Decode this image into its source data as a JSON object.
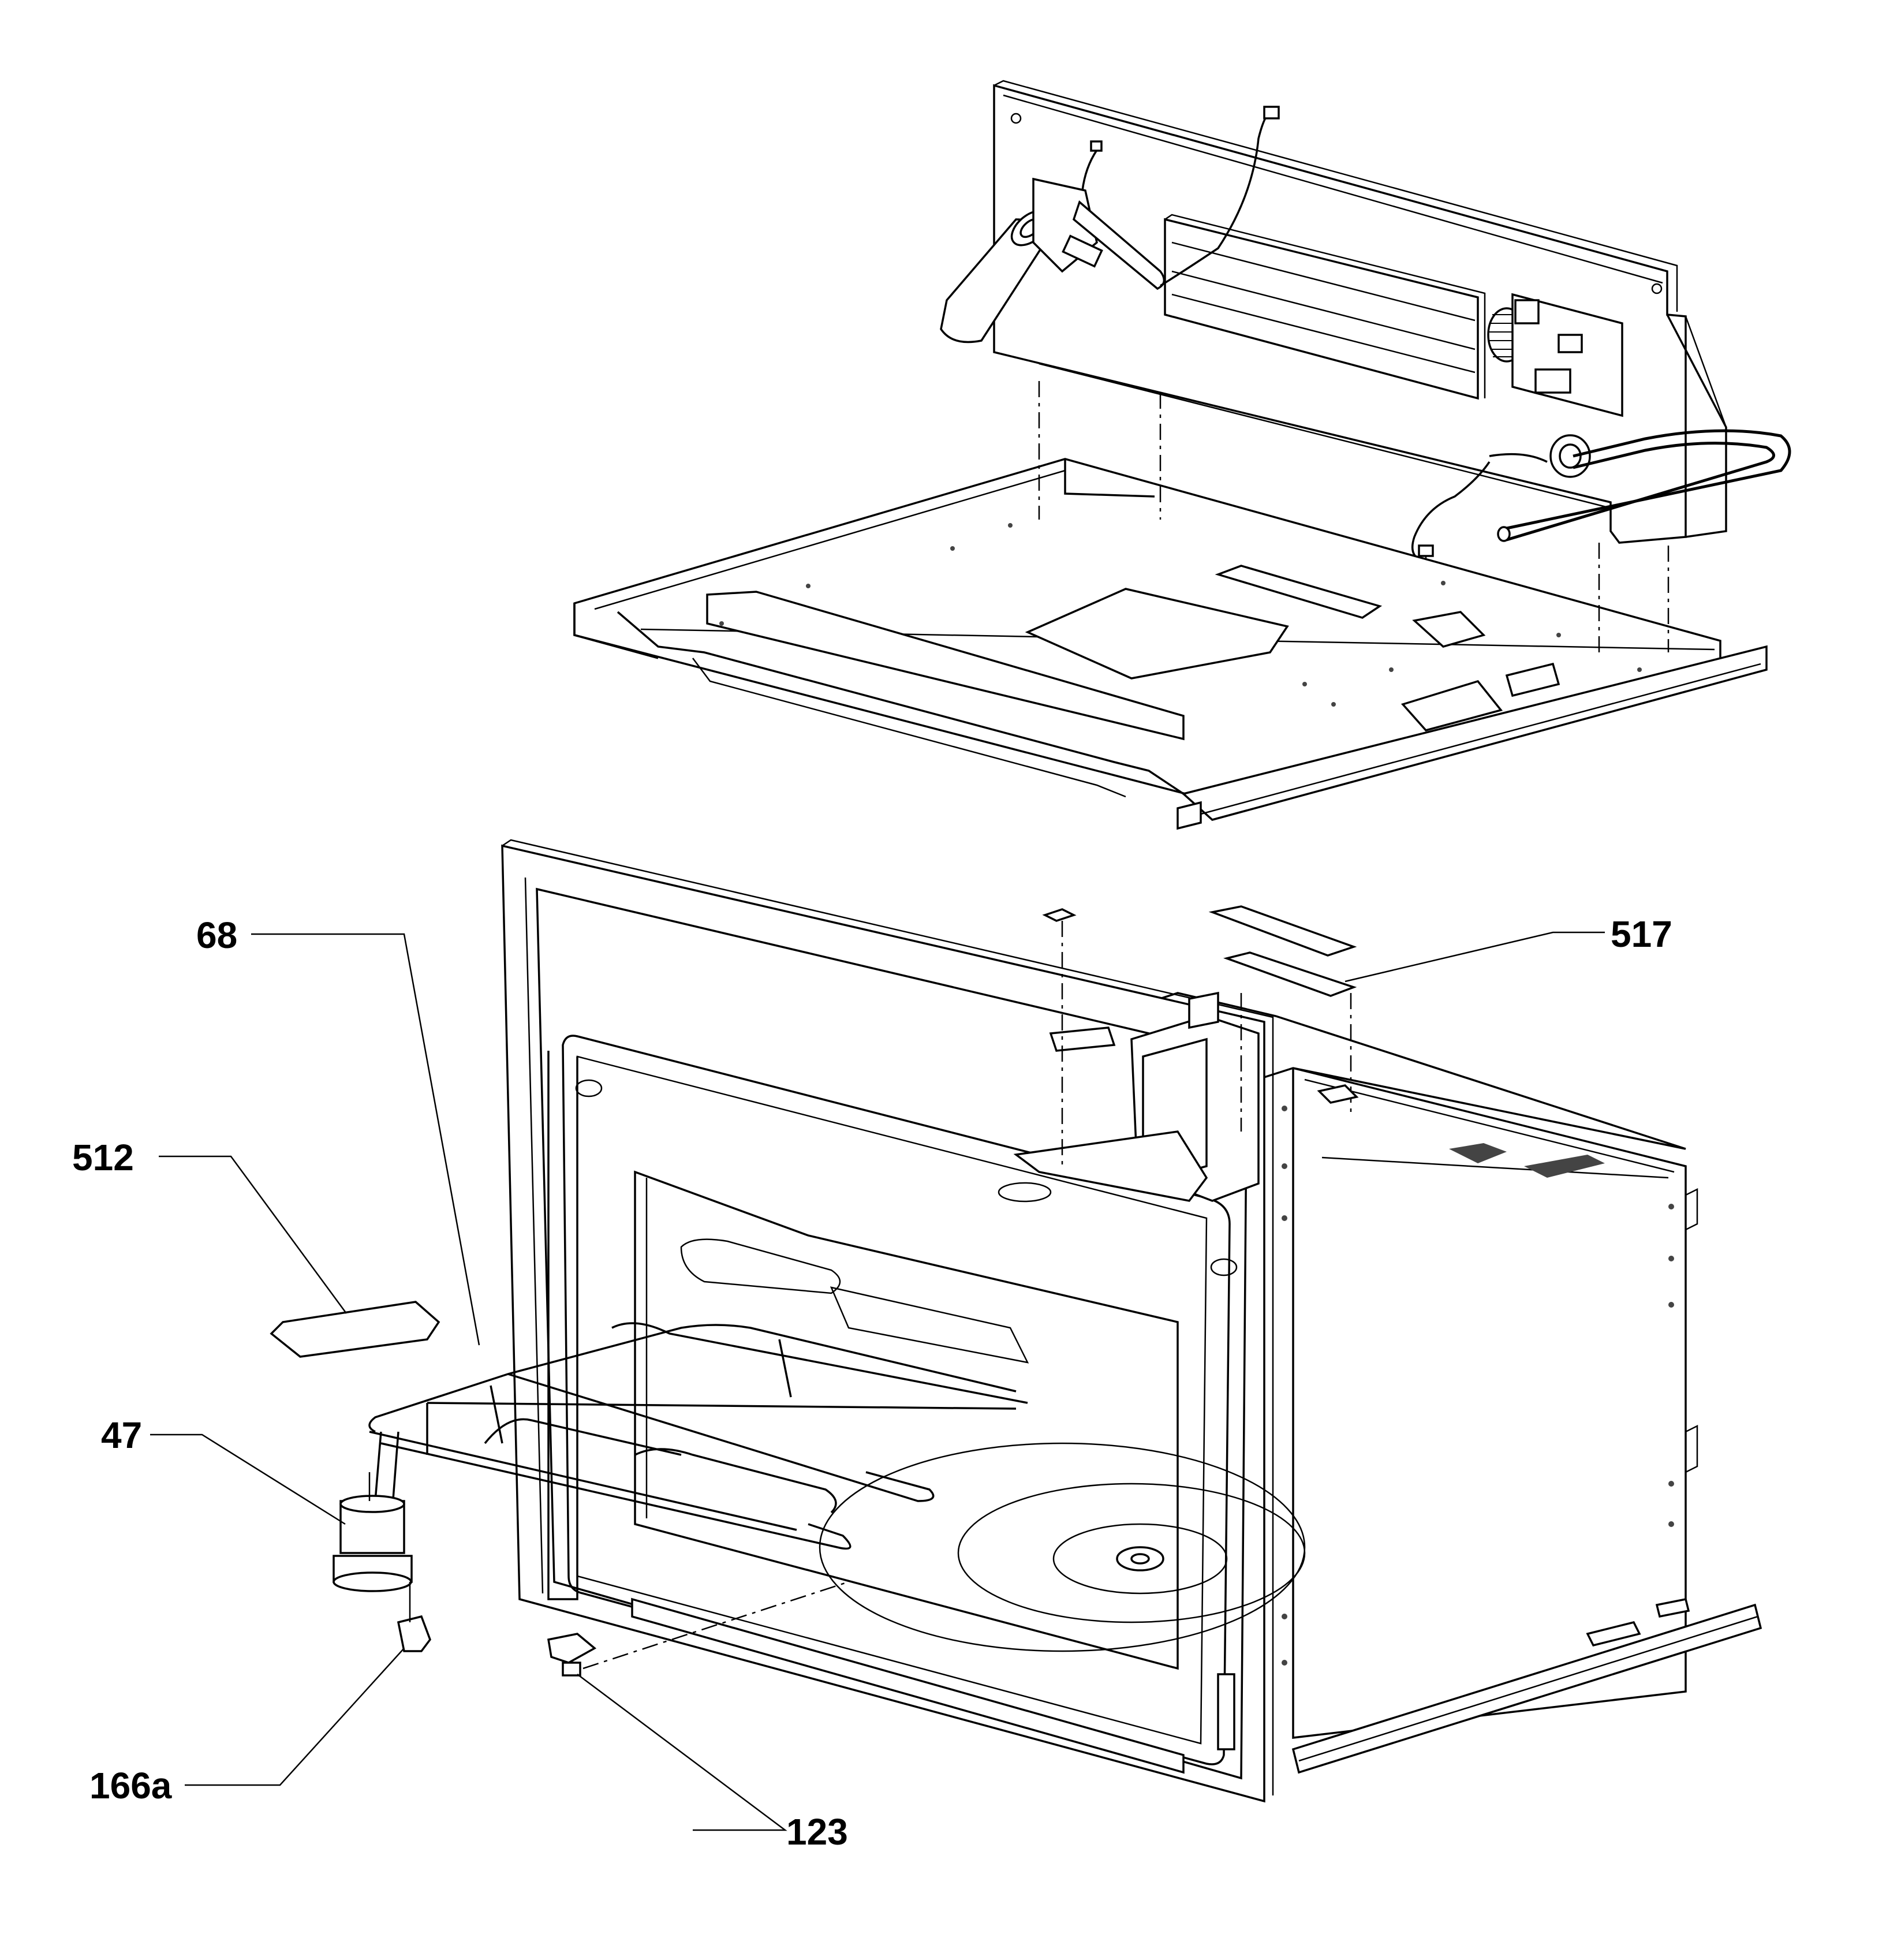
{
  "callouts": [
    {
      "id": "68",
      "text": "68"
    },
    {
      "id": "512",
      "text": "512"
    },
    {
      "id": "47",
      "text": "47"
    },
    {
      "id": "166a",
      "text": "166a"
    },
    {
      "id": "123",
      "text": "123"
    },
    {
      "id": "517",
      "text": "517"
    }
  ]
}
